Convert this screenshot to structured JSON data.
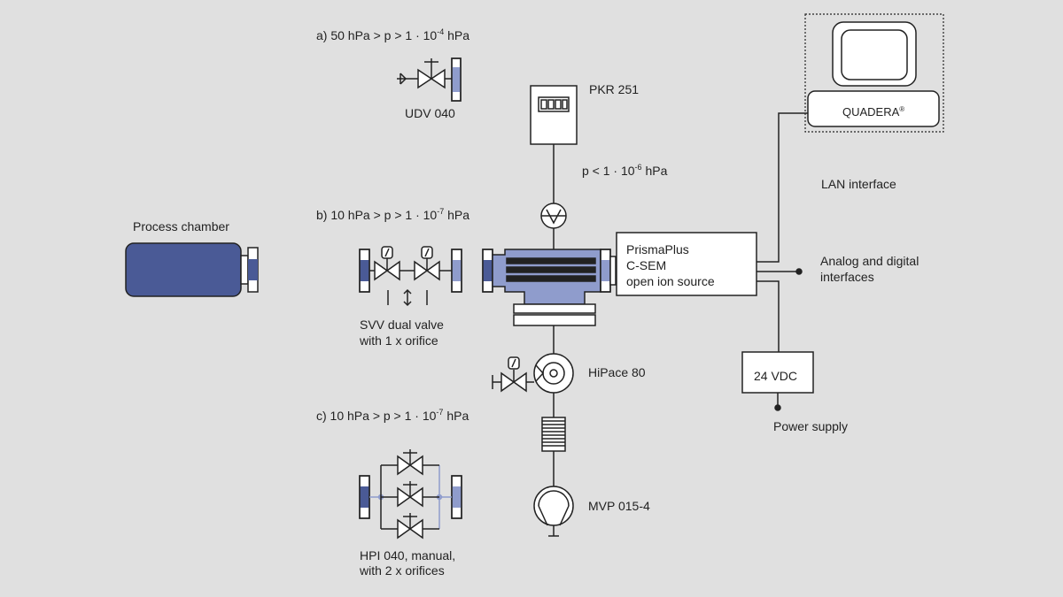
{
  "labels": {
    "option_a": {
      "prefix": "a) 50 hPa > p > 1 · 10",
      "exp": "-4",
      "suffix": " hPa"
    },
    "option_b": {
      "prefix": "b) 10 hPa > p > 1 · 10",
      "exp": "-7",
      "suffix": " hPa"
    },
    "option_c": {
      "prefix": "c) 10 hPa > p > 1 · 10",
      "exp": "-7",
      "suffix": " hPa"
    },
    "gauge_pressure": {
      "prefix": "p < 1 · 10",
      "exp": "-6",
      "suffix": " hPa"
    },
    "udv": "UDV 040",
    "pkr": "PKR 251",
    "process_chamber": "Process chamber",
    "svv_line1": "SVV dual valve",
    "svv_line2": "with 1 x orifice",
    "hipace": "HiPace 80",
    "mvp": "MVP 015-4",
    "hpi_line1": "HPI 040, manual,",
    "hpi_line2": "with 2 x orifices",
    "prisma_line1": "PrismaPlus",
    "prisma_line2": "C-SEM",
    "prisma_line3": "open ion source",
    "quadera": "QUADERA",
    "quadera_mark": "®",
    "lan": "LAN interface",
    "analog_line1": "Analog and digital",
    "analog_line2": "interfaces",
    "vdc": "24 VDC",
    "power": "Power supply"
  },
  "colors": {
    "background": "#e0e0e0",
    "line": "#222222",
    "accent_blue": "#4a5a96",
    "light_blue": "#8f9ccc",
    "white": "#ffffff"
  }
}
